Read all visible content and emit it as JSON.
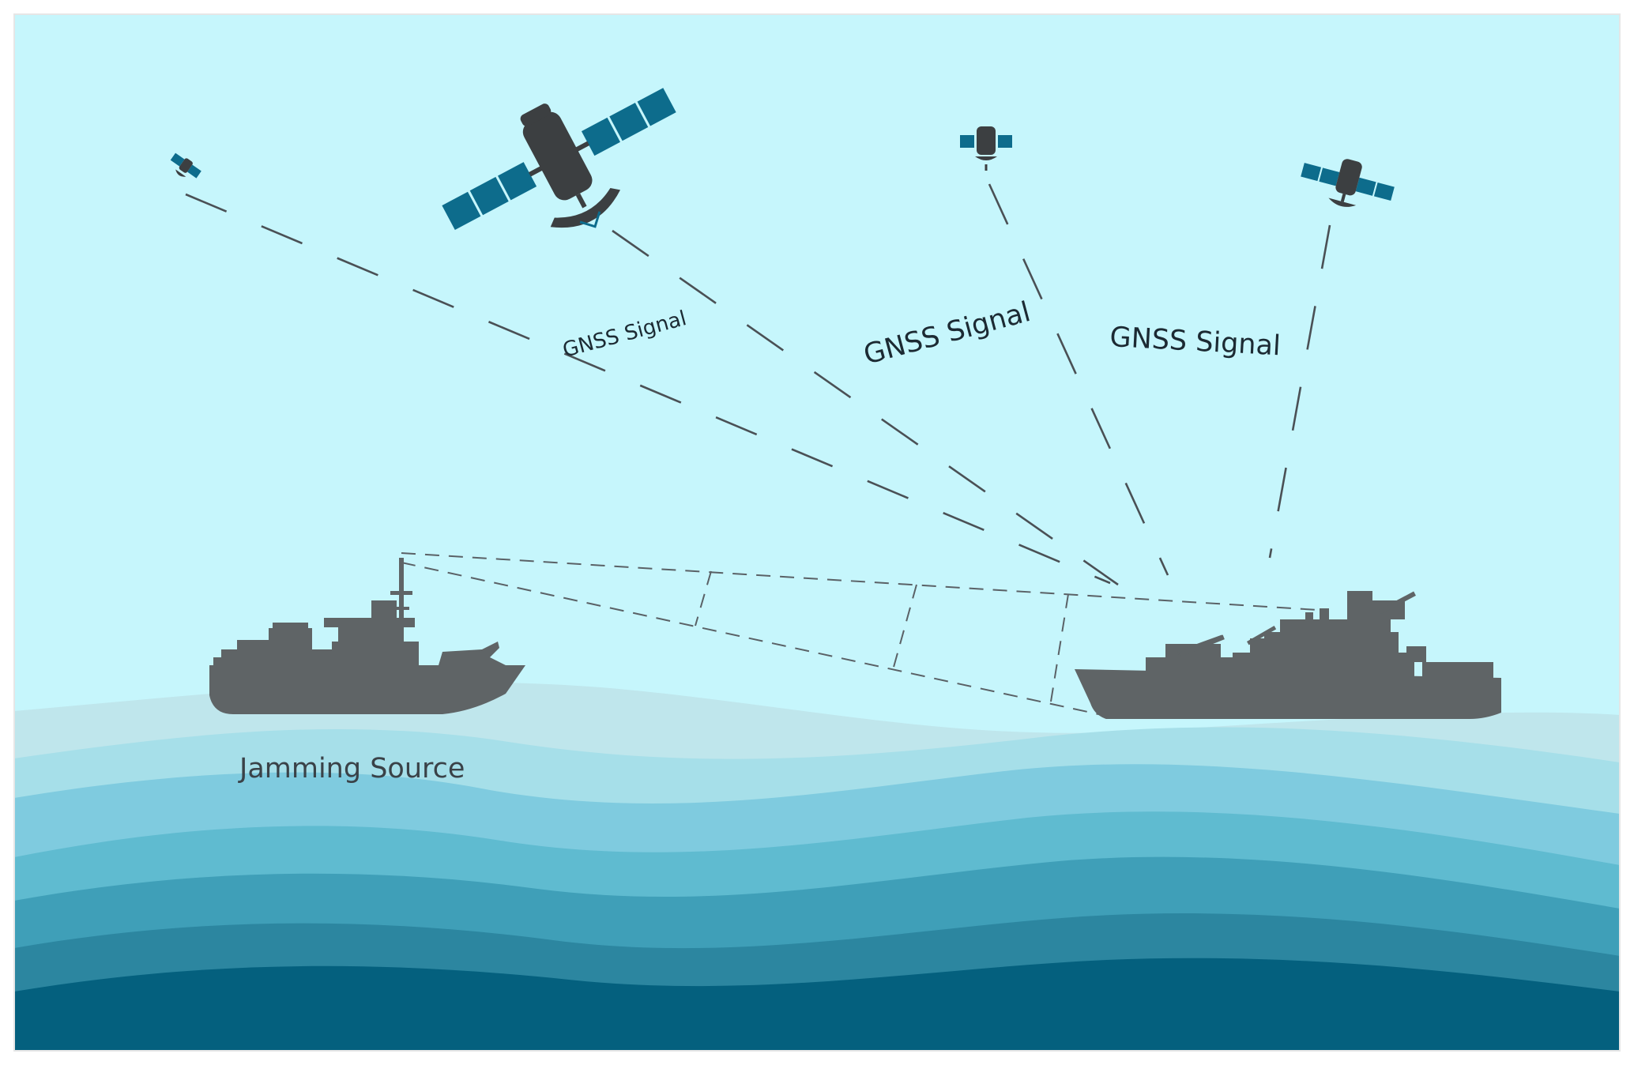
{
  "labels": {
    "signal_1": "GNSS Signal",
    "signal_2": "GNSS Signal",
    "signal_3": "GNSS Signal",
    "jamming_source": "Jamming Source"
  },
  "colors": {
    "sky": "#c6f6fc",
    "wave_1": "#bfe6ec",
    "wave_2": "#a6dfe9",
    "wave_3": "#7fcbdf",
    "wave_4": "#5fbbd0",
    "wave_5": "#3f9fb8",
    "wave_6": "#2c86a0",
    "wave_7": "#04607e",
    "ship": "#5f6466",
    "panel": "#0d6c8c",
    "satellite_body": "#3c3f41"
  }
}
